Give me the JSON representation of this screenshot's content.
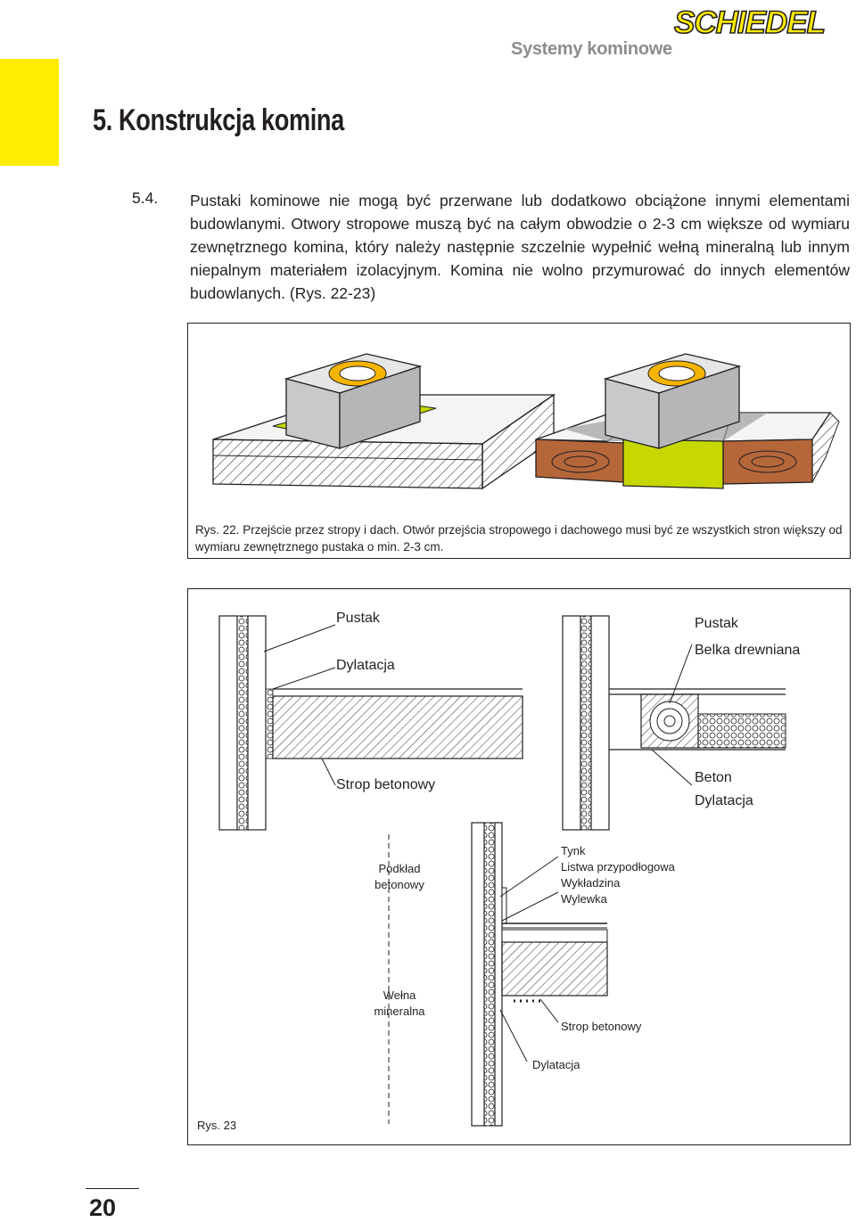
{
  "header": {
    "brand": "SCHIEDEL",
    "subtitle": "Systemy kominowe",
    "brand_color": "#ffed00",
    "brand_outline": "#231f20"
  },
  "page_title": "5. Konstrukcja komina",
  "section": {
    "number": "5.4.",
    "text": "Pustaki kominowe nie mogą być przerwane lub dodatkowo obciążone innymi elementami budowlanymi. Otwory stropowe muszą być na całym obwodzie o 2-3 cm większe od wymiaru zewnętrznego komina, który należy następnie szczelnie wypełnić wełną mineralną lub innym niepalnym materiałem izolacyjnym. Komina nie wolno przymurować do innych elementów budowlanych. (Rys. 22-23)"
  },
  "figure22": {
    "caption": "Rys. 22. Przejście przez stropy i dach. Otwór przejścia stropowego i dachowego musi być ze wszystkich stron większy od wymiaru zewnętrznego pustaka o min. 2-3 cm."
  },
  "figure23": {
    "caption": "Rys. 23",
    "left": {
      "pustak": "Pustak",
      "dylatacja": "Dylatacja",
      "strop": "Strop betonowy"
    },
    "right": {
      "pustak": "Pustak",
      "belka": "Belka drewniana",
      "beton": "Beton",
      "dylatacja": "Dylatacja"
    },
    "bottom": {
      "podklad": "Podkład betonowy",
      "welna": "Wełna mineralna",
      "tynk": "Tynk",
      "listwa": "Listwa przypodłogowa",
      "wykladzina": "Wykładzina",
      "wylewka": "Wylewka",
      "strop": "Strop betonowy",
      "dylatacja": "Dylatacja"
    }
  },
  "page_number": "20",
  "colors": {
    "accent_yellow": "#ffed00",
    "insulation_green": "#c6d800",
    "block_grey": "#c8c9cb",
    "wood_brown": "#b5673a"
  }
}
